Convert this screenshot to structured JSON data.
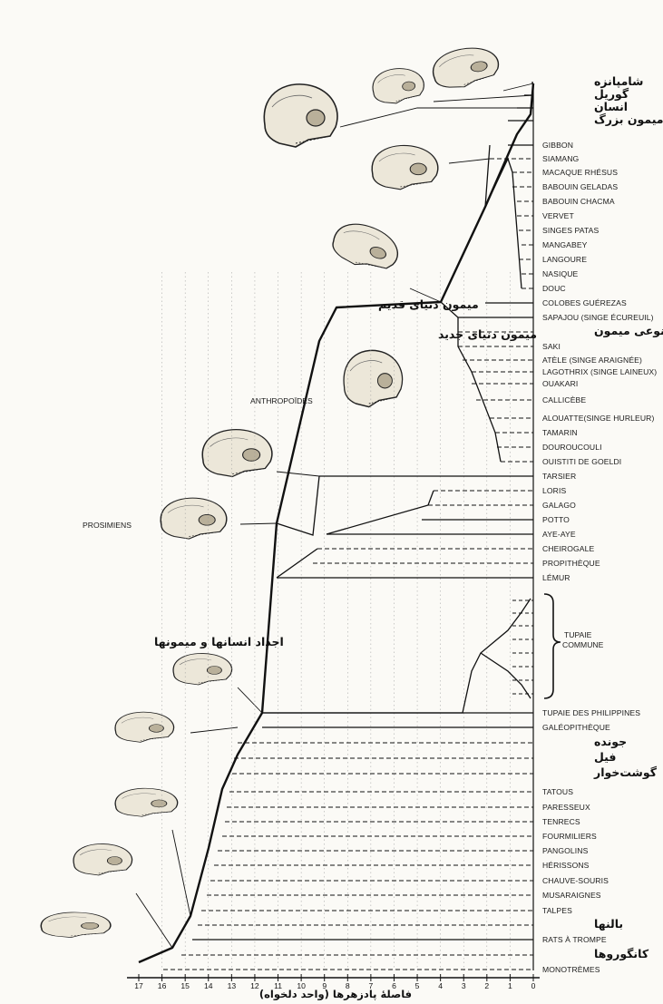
{
  "diagram": {
    "axis": {
      "ticks": [
        "17",
        "16",
        "15",
        "14",
        "13",
        "12",
        "11",
        "10",
        "9",
        "8",
        "7",
        "6",
        "5",
        "4",
        "3",
        "2",
        "1",
        "0"
      ],
      "title": "فاصلهٔ پادزهرها (واحد دلخواه)"
    },
    "group_labels": {
      "old_world_monkeys": "میمون دنیای قدیم",
      "new_world_monkeys": "میمون دنیای جدید",
      "anthropoids": "ANTHROPOÏDES",
      "prosimians": "PROSIMIENS",
      "ancestors": "اجداد انسانها و میمونها",
      "tupaia": "TUPAIE\nCOMMUNE"
    },
    "species": [
      "شامپانزه",
      "گوریل",
      "انسان",
      "میمون بزرگ",
      "GIBBON",
      "SIAMANG",
      "MACAQUE RHÉSUS",
      "BABOUIN GELADAS",
      "BABOUIN CHACMA",
      "VERVET",
      "SINGES PATAS",
      "MANGABEY",
      "LANGOURE",
      "NASIQUE",
      "DOUC",
      "COLOBES GUÉREZAS",
      "SAPAJOU (SINGE ÉCUREUIL)",
      "نوعی میمون",
      "SAKI",
      "ATÈLE (SINGE ARAIGNÉE)",
      "LAGOTHRIX (SINGE LAINEUX)",
      "OUAKARI",
      "CALLICÈBE",
      "ALOUATTE(SINGE HURLEUR)",
      "TAMARIN",
      "DOUROUCOULI",
      "OUISTITI DE GOELDI",
      "TARSIER",
      "LORIS",
      "GALAGO",
      "POTTO",
      "AYE-AYE",
      "CHEIROGALE",
      "PROPITHÈQUE",
      "LÉMUR",
      "TUPAIE DES PHILIPPINES",
      "GALÉOPITHÈQUE",
      "جونده",
      "فیل",
      "گوشت‌خوار",
      "TATOUS",
      "PARESSEUX",
      "TENRECS",
      "FOURMILIERS",
      "PANGOLINS",
      "HÉRISSONS",
      "CHAUVE-SOURIS",
      "MUSARAIGNES",
      "TALPES",
      "بالنها",
      "RATS À TROMPE",
      "کانگوروها",
      "MONOTRÈMES"
    ],
    "colors": {
      "ink": "#111111",
      "paper": "#fbfaf6",
      "bone": "#e9e4d6"
    },
    "icons": [
      "skull-icon"
    ]
  }
}
